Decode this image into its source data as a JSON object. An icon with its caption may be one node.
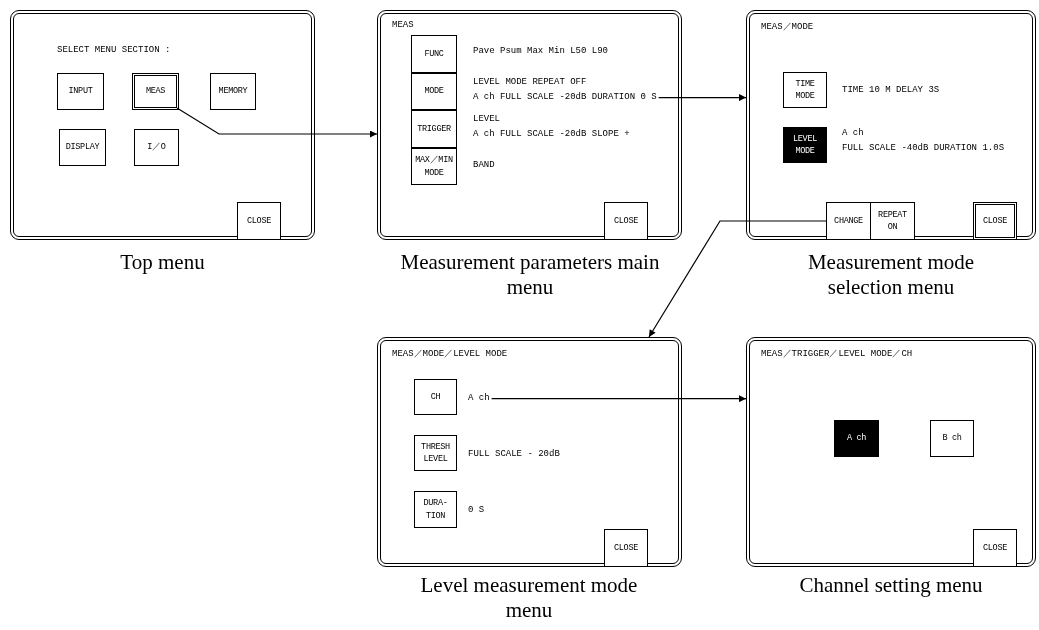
{
  "diagram": {
    "nodes": [
      {
        "text": [
          "SELECT MENU SECTION :"
        ],
        "beside": [
          "Top menu"
        ]
      },
      {
        "text": [
          "INPUT"
        ],
        "in": 0
      },
      {
        "text": [
          "MEAS"
        ],
        "in": 0
      },
      {
        "text": [
          "MEMORY"
        ],
        "in": 0
      },
      {
        "text": [
          "DISPLAY"
        ],
        "in": 0
      },
      {
        "text": [
          "I／O"
        ],
        "in": 0
      },
      {
        "text": [
          "CLOSE"
        ],
        "in": 0
      },
      {
        "text": [
          "MEAS"
        ],
        "beside": [
          "Measurement parameters main menu"
        ]
      },
      {
        "text": [
          "FUNC"
        ],
        "in": 7,
        "beside": [
          "Pave Psum Max Min L50 L90"
        ]
      },
      {
        "text": [
          "MODE"
        ],
        "in": 7,
        "beside": [
          "LEVEL MODE REPEAT OFF",
          "A ch FULL SCALE -20dB DURATION 0 S"
        ]
      },
      {
        "text": [
          "TRIGGER"
        ],
        "in": 7,
        "beside": [
          "LEVEL",
          "A ch FULL SCALE -20dB SLOPE +"
        ]
      },
      {
        "text": [
          "MAX／MIN MODE"
        ],
        "in": 7,
        "beside": [
          "BAND"
        ]
      },
      {
        "text": [
          "CLOSE"
        ],
        "in": 7
      },
      {
        "text": [
          "MEAS／MODE"
        ],
        "beside": [
          "Measurement mode selection menu"
        ]
      },
      {
        "text": [
          "TIME MODE"
        ],
        "in": 13,
        "beside": [
          "TIME 10 M DELAY 3S"
        ]
      },
      {
        "text": [
          "LEVEL MODE"
        ],
        "in": 13,
        "beside": [
          "A ch",
          "FULL SCALE -40dB DURATION 1.0S"
        ]
      },
      {
        "text": [
          "CHANGE"
        ],
        "in": 13
      },
      {
        "text": [
          "REPEAT ON"
        ],
        "in": 13
      },
      {
        "text": [
          "CLOSE"
        ],
        "in": 13
      },
      {
        "text": [
          "MEAS／MODE／LEVEL MODE"
        ],
        "beside": [
          "Level measurement mode menu"
        ]
      },
      {
        "text": [
          "CH"
        ],
        "in": 19,
        "beside": [
          "A ch"
        ]
      },
      {
        "text": [
          "THRESH LEVEL"
        ],
        "in": 19,
        "beside": [
          "FULL SCALE - 20dB"
        ]
      },
      {
        "text": [
          "DURA- TION"
        ],
        "in": 19,
        "beside": [
          "0 S"
        ]
      },
      {
        "text": [
          "CLOSE"
        ],
        "in": 19
      },
      {
        "text": [
          "MEAS／TRIGGER／LEVEL MODE／CH"
        ],
        "beside": [
          "Channel setting menu"
        ]
      },
      {
        "text": [
          "A ch"
        ],
        "in": 24
      },
      {
        "text": [
          "B ch"
        ],
        "in": 24
      },
      {
        "text": [
          "CLOSE"
        ],
        "in": 24
      }
    ],
    "edges": [
      {
        "from": 2,
        "to": 7,
        "arrow": "to"
      },
      {
        "from": 9,
        "to": 13,
        "arrow": "to"
      },
      {
        "from": 16,
        "to": 19,
        "arrow": "to"
      },
      {
        "from": 20,
        "to": 24,
        "arrow": "to"
      }
    ]
  }
}
